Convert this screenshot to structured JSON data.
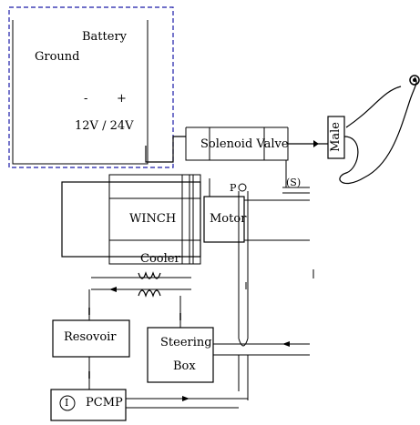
{
  "diagram": {
    "battery": {
      "title": "Battery",
      "ground": "Ground",
      "minus": "-",
      "plus": "+",
      "voltage": "12V / 24V"
    },
    "solenoid_valve": "Solenoid Valve",
    "connector_male": "Male",
    "winch": "WINCH",
    "motor": "Motor",
    "port_p": "P",
    "port_s": "(S)",
    "cooler": "Cooler",
    "reservoir": "Resovoir",
    "steering_box_line1": "Steering",
    "steering_box_line2": "Box",
    "pump_symbol": "I",
    "pump": "PCMP",
    "colors": {
      "line": "#000000",
      "dashed_border": "#1a1aa8"
    }
  }
}
